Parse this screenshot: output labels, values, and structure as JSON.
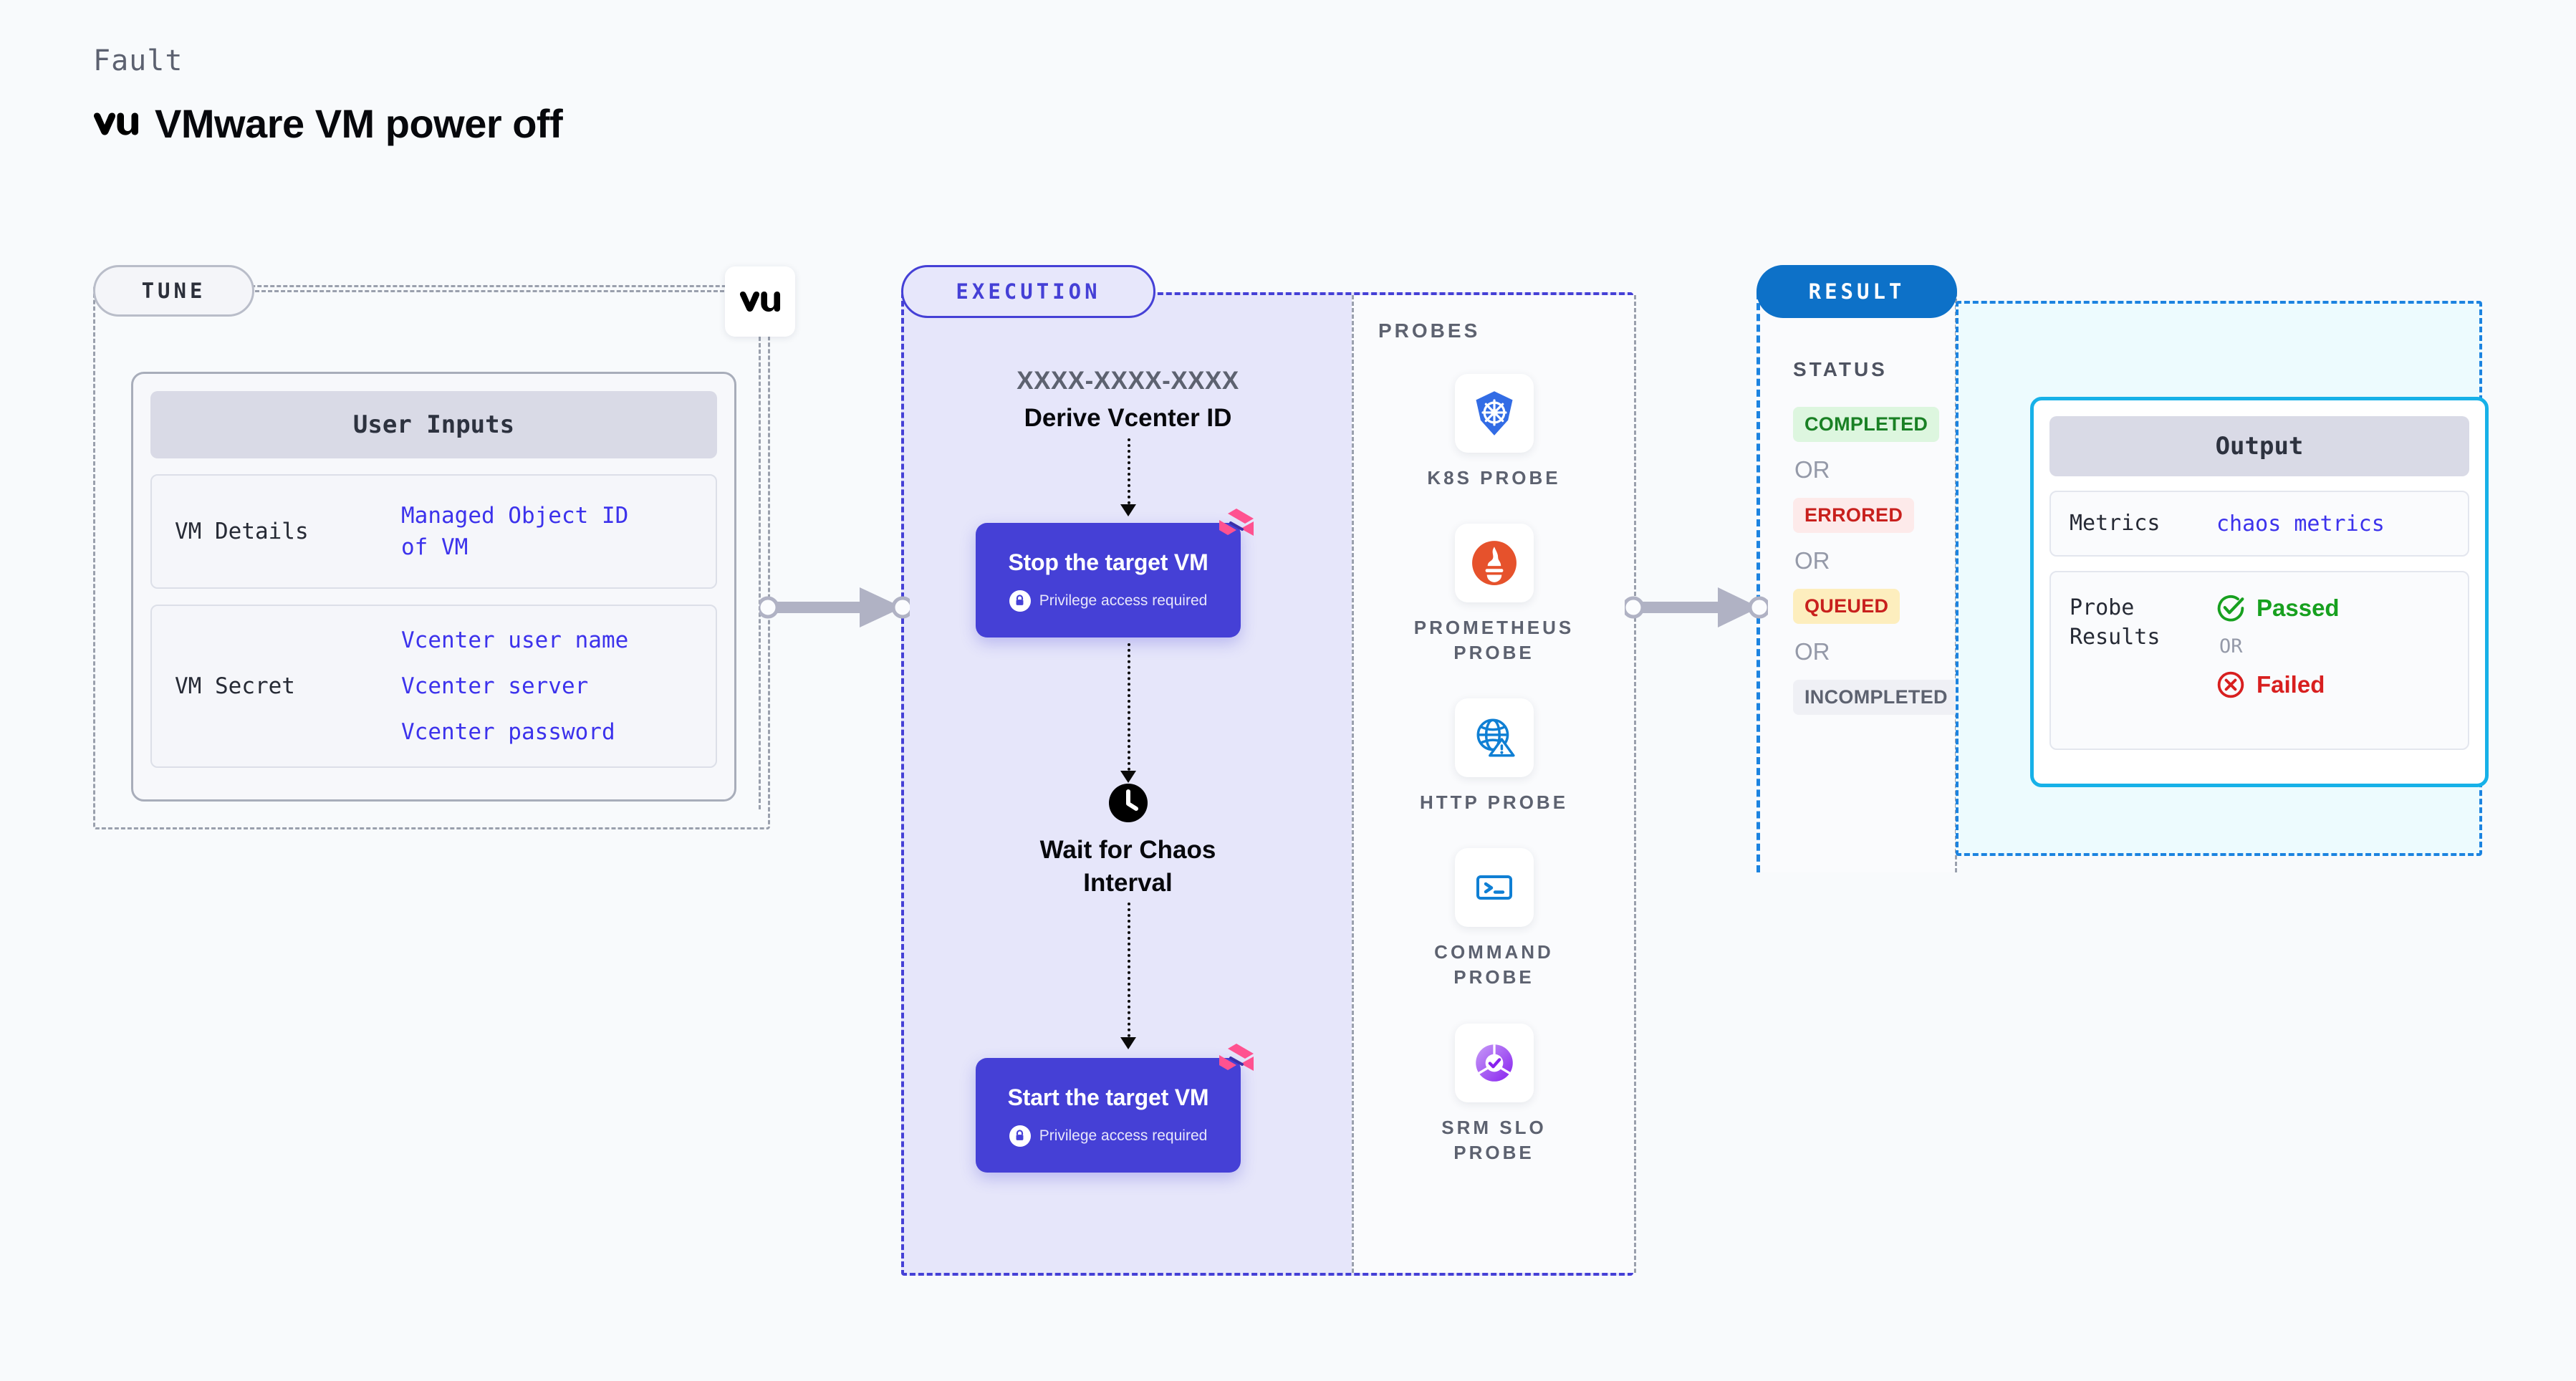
{
  "header": {
    "eyebrow": "Fault",
    "title": "VMware VM power off",
    "logo_icon": "vmware-logo-icon"
  },
  "tune": {
    "pill_label": "TUNE",
    "badge_icon": "vmware-logo-icon",
    "card": {
      "header": "User Inputs",
      "rows": [
        {
          "key": "VM Details",
          "values": [
            "Managed Object ID",
            "of VM"
          ],
          "multiline_single_value": true
        },
        {
          "key": "VM Secret",
          "values": [
            "Vcenter user name",
            "Vcenter server",
            "Vcenter password"
          ],
          "multiline_single_value": false
        }
      ]
    }
  },
  "execution": {
    "pill_label": "EXECUTION",
    "derive": {
      "id": "XXXX-XXXX-XXXX",
      "label": "Derive Vcenter ID"
    },
    "steps": [
      {
        "title": "Stop the target VM",
        "privilege_note": "Privilege access required",
        "lock_icon": "lock-icon",
        "corner_icon": "harness-logo-icon"
      },
      {
        "title": "Start the target VM",
        "privilege_note": "Privilege access required",
        "lock_icon": "lock-icon",
        "corner_icon": "harness-logo-icon"
      }
    ],
    "wait": {
      "icon": "clock-icon",
      "label_line1": "Wait for Chaos",
      "label_line2": "Interval"
    },
    "probes": {
      "title": "PROBES",
      "items": [
        {
          "name": "K8S PROBE",
          "icon": "kubernetes-icon"
        },
        {
          "name": "PROMETHEUS\nPROBE",
          "icon": "prometheus-icon"
        },
        {
          "name": "HTTP PROBE",
          "icon": "http-globe-icon"
        },
        {
          "name": "COMMAND\nPROBE",
          "icon": "terminal-icon"
        },
        {
          "name": "SRM SLO\nPROBE",
          "icon": "srm-slo-icon"
        }
      ]
    }
  },
  "result": {
    "pill_label": "RESULT",
    "status_title": "STATUS",
    "or_label": "OR",
    "statuses": [
      {
        "label": "COMPLETED",
        "bg": "#ddf6df",
        "color": "#198024"
      },
      {
        "label": "ERRORED",
        "bg": "#fdeaea",
        "color": "#c8201d"
      },
      {
        "label": "QUEUED",
        "bg": "#fdeebe",
        "color": "#c8201d"
      },
      {
        "label": "INCOMPLETED",
        "bg": "#eff0f5",
        "color": "#5d6270"
      }
    ],
    "output": {
      "header": "Output",
      "metrics_key": "Metrics",
      "metrics_value": "chaos metrics",
      "probe_results_key": "Probe\nResults",
      "or_label": "OR",
      "passed": {
        "label": "Passed",
        "icon": "check-circle-icon",
        "color": "#17a01f"
      },
      "failed": {
        "label": "Failed",
        "icon": "x-circle-icon",
        "color": "#d81f1f"
      }
    }
  },
  "colors": {
    "page_bg": "#f8fafc",
    "execution_accent": "#4540d6",
    "result_accent": "#0d71c8",
    "output_accent": "#17b1e8",
    "link": "#3c32ec",
    "harness_pink": "#ff5290"
  }
}
